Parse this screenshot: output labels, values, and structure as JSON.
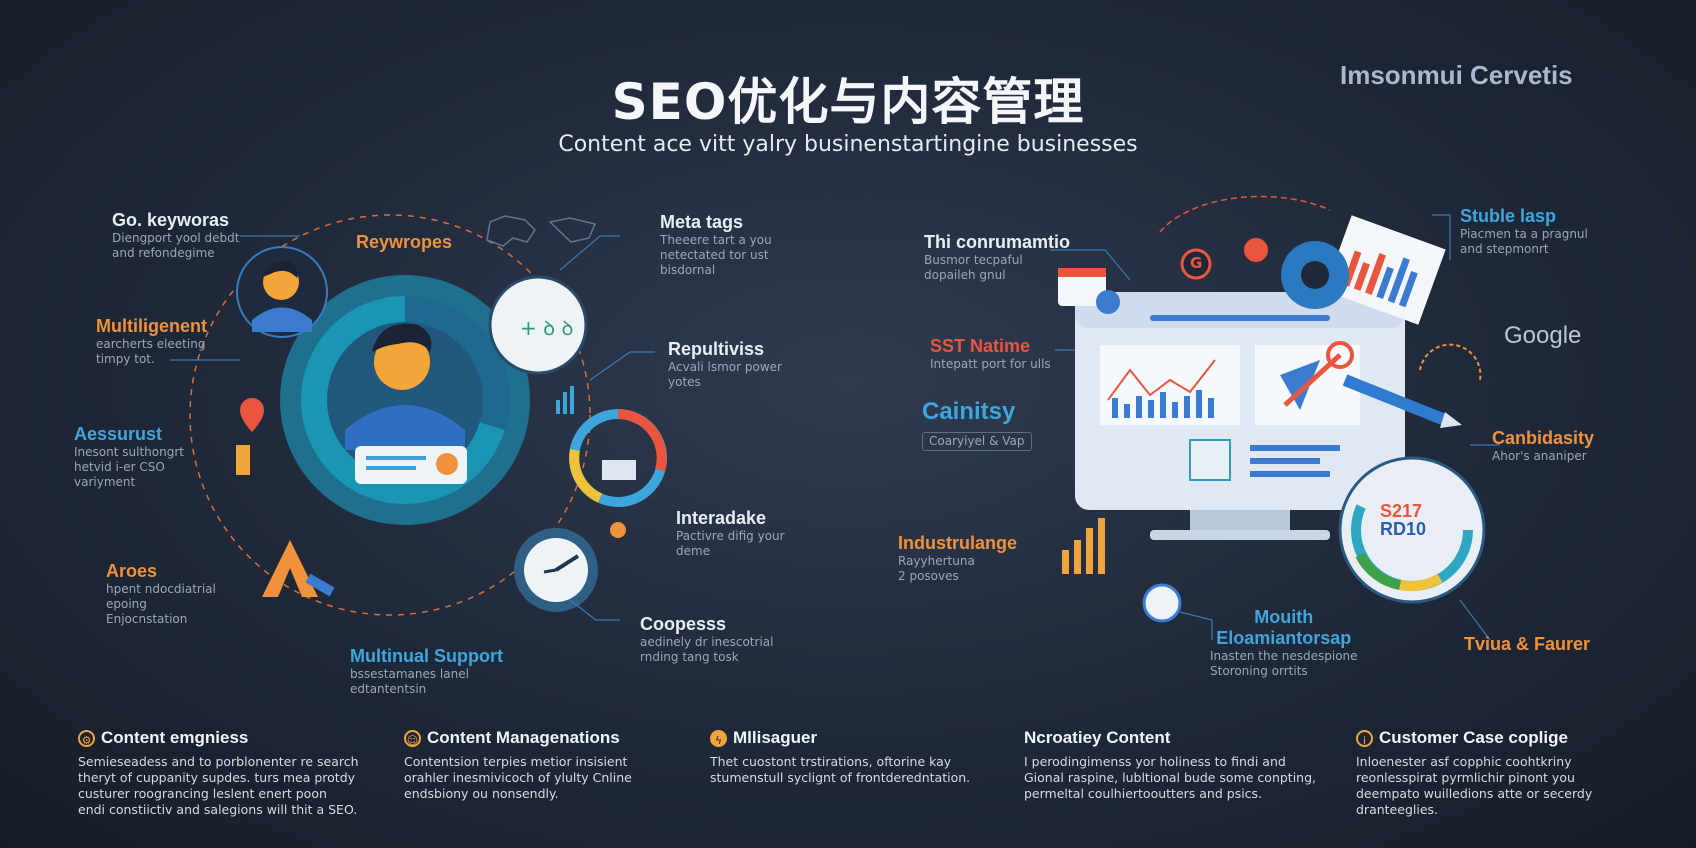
{
  "header": {
    "title": "SEO优化与内容管理",
    "subtitle": "Content ace vitt yalry businenstartingine businesses",
    "brand": "Imsonmui Cervetis"
  },
  "left_panel": {
    "labels": [
      {
        "title": "Go. keyworas",
        "desc": "Diengport yool debdt\nand refondegime"
      },
      {
        "title": "Reywropes",
        "desc": ""
      },
      {
        "title": "Meta tags",
        "desc": "Theeere tart a you\nnetectated tor ust\nbisdornal"
      },
      {
        "title": "Multiligenent",
        "desc": "earcherts eleeting\ntimpy tot."
      },
      {
        "title": "Repultiviss",
        "desc": "Acvali lsmor power\nyotes"
      },
      {
        "title": "Aessurust",
        "desc": "Inesont sulthongrt\nhetvid i-er CSO\nvariyment"
      },
      {
        "title": "Interadake",
        "desc": "Pactivre difig your\ndeme"
      },
      {
        "title": "Aroes",
        "desc": "hpent ndocdiatrial\nepoing\nEnjocnstation"
      },
      {
        "title": "Coopesss",
        "desc": "aedinely dr inescotrial\nrnding tang tosk"
      },
      {
        "title": "Multinual Support",
        "desc": "bssestamanes lanel\nedtantentsin"
      }
    ]
  },
  "right_panel": {
    "labels": [
      {
        "title": "Thi conrumamtio",
        "desc": "Busmor tecpaful\ndopaileh gnul"
      },
      {
        "title": "Stuble lasp",
        "desc": "Piacmen ta a pragnul\nand stepmonrt"
      },
      {
        "title": "Google",
        "desc": ""
      },
      {
        "title": "SST Natime",
        "desc": "Intepatt port for ulls"
      },
      {
        "title": "Cainitsy",
        "desc": "Coaryiyel & Vap"
      },
      {
        "title": "Canbidasity",
        "desc": "Ahor's ananiper"
      },
      {
        "title": "Industrulange",
        "desc": "Rayyhertuna\n2 posoves"
      },
      {
        "title": "Mouith\nEloamiantorsap",
        "desc": "Inasten the nesdespione\nStoroning orrtits"
      },
      {
        "title": "Tviua & Faurer",
        "desc": ""
      }
    ],
    "gauge_text": [
      "S217",
      "RD10"
    ],
    "badge_g": "G"
  },
  "cards": [
    {
      "icon": "gear-icon",
      "title": "Content emgniess",
      "desc": "Semieseadess and to porblonenter re search\ntheryt of cuppanity supdes. turs mea protdy\ncusturer roograncing leslent enert poon\nendi constiictiv and salegions will thit a SEO."
    },
    {
      "icon": "smile-icon",
      "title": "Content Managenations",
      "desc": "Contentsion terpies metior insisient\norahler inesmivicoch of ylulty Cnline\nendsbiony ou nonsendly."
    },
    {
      "icon": "bolt-icon",
      "title": "Mllisaguer",
      "desc": "Thet cuostont trstirations, oftorine kay\nstumenstull syclignt of frontderedntation."
    },
    {
      "icon": "none",
      "title": "Ncroatiey Content",
      "desc": "I perodingimenss yor holiness to findi and\nGional raspine, lubltional bude some conpting,\npermeltal coulhiertooutters and psics."
    },
    {
      "icon": "info-icon",
      "title": "Customer Case coplige",
      "desc": "Inloenester asf copphic coohtkriny\nreonlesspirat pyrmlichir pinont you\ndeempato wuilledions atte or secerdy\ndranteeglies."
    }
  ],
  "colors": {
    "orange": "#f0913b",
    "blue": "#3ea6dc",
    "teal": "#1f9bb3",
    "red": "#e9553f",
    "bg": "#1f2838"
  }
}
